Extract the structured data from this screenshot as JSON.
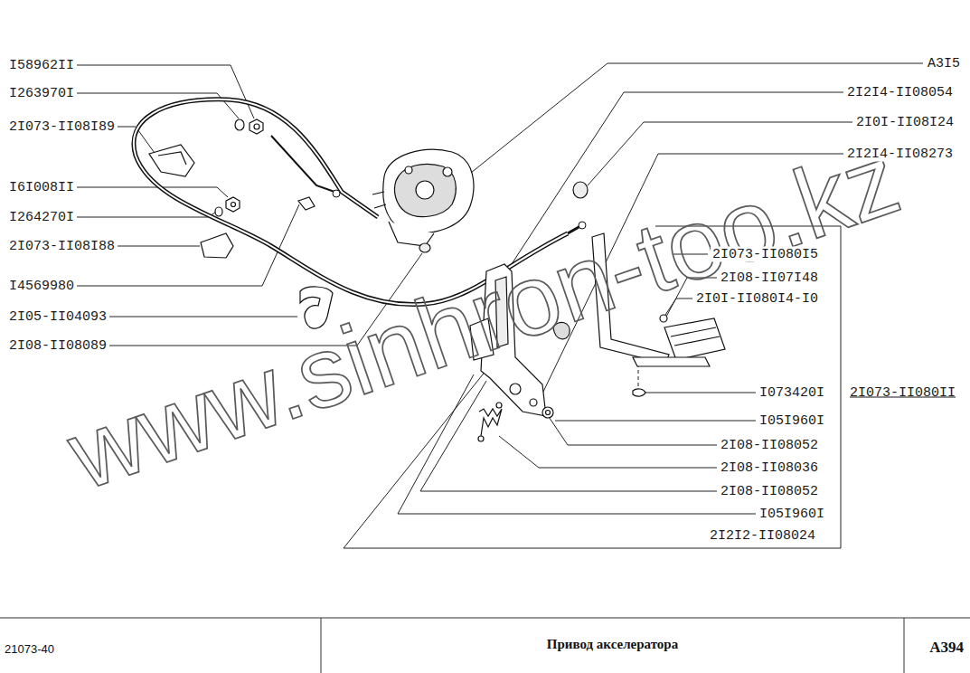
{
  "diagram": {
    "title": "Привод акселератора",
    "labels": [
      "I58962II",
      "I263970I",
      "2I073-II08I89",
      "I6I008II",
      "I264270I",
      "2I073-II08I88",
      "I4569980",
      "2I05-II04093",
      "2I08-II08089",
      "A3I5",
      "2I2I4-II08054",
      "2I0I-II08I24",
      "2I2I4-II08273",
      "2I073-II080I5",
      "2I08-II07I48",
      "2I0I-II080I4-I0",
      "I073420I",
      "2I073-II080II",
      "I05I960I",
      "2I08-II08052",
      "2I08-II08036",
      "2I08-II08052",
      "I05I960I",
      "2I2I2-II08024",
      "www.sinhron-too.kz",
      "21073-40",
      "A394"
    ]
  }
}
